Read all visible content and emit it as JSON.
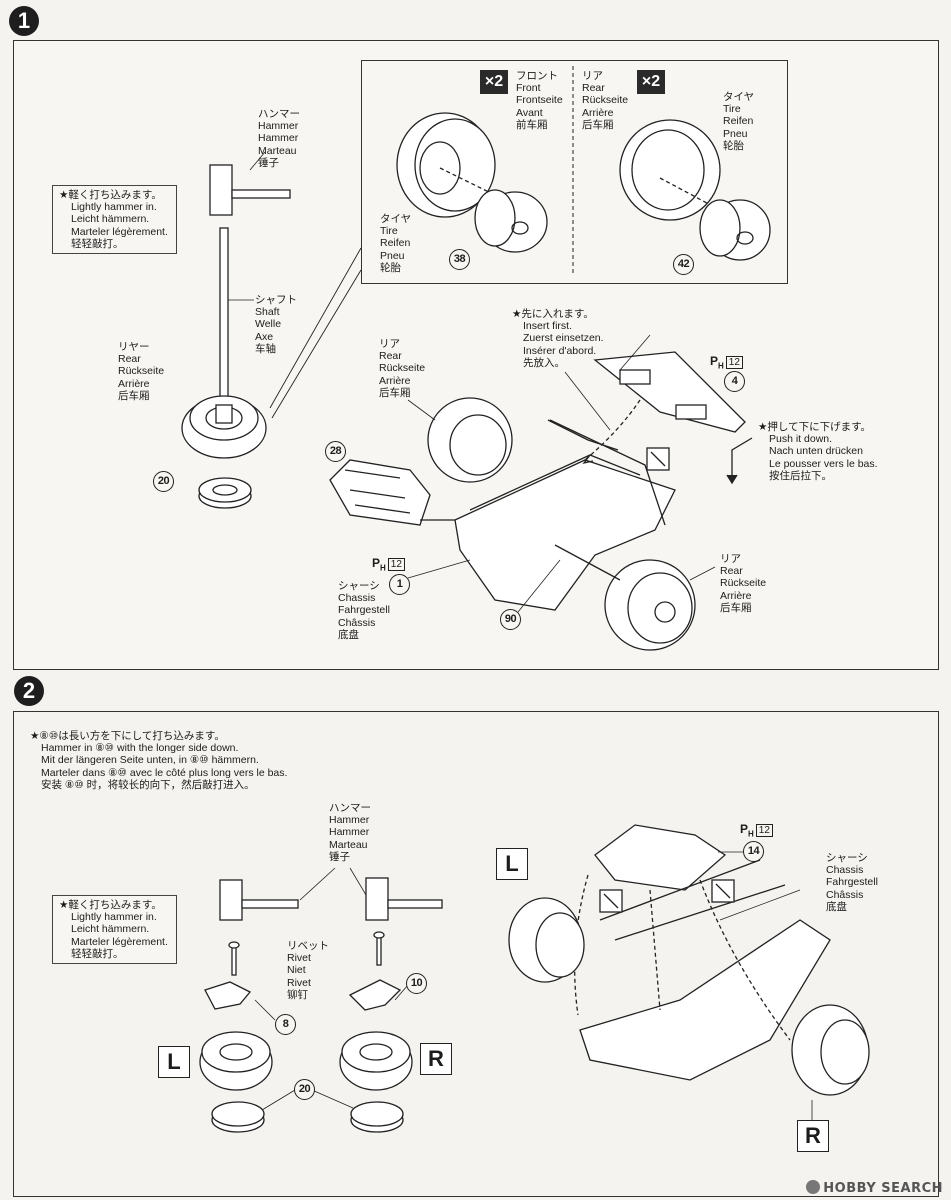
{
  "step1": {
    "badge": "1",
    "hammer_label": [
      "ハンマー",
      "Hammer",
      "Hammer",
      "Marteau",
      "锤子"
    ],
    "tap_note": [
      "★軽く打ち込みます。",
      "Lightly hammer in.",
      "Leicht hämmern.",
      "Marteler légèrement.",
      "轻轻敲打。"
    ],
    "shaft_label": [
      "シャフト",
      "Shaft",
      "Welle",
      "Axe",
      "车轴"
    ],
    "rear_label": [
      "リヤー",
      "Rear",
      "Rückseite",
      "Arrière",
      "后车厢"
    ],
    "part_20": "20",
    "inset": {
      "front_multiplier": "×2",
      "front_label": [
        "フロント",
        "Front",
        "Frontseite",
        "Avant",
        "前车厢"
      ],
      "rear_multiplier": "×2",
      "rear_label": [
        "リア",
        "Rear",
        "Rückseite",
        "Arrière",
        "后车厢"
      ],
      "tire_label_front": [
        "タイヤ",
        "Tire",
        "Reifen",
        "Pneu",
        "轮胎"
      ],
      "tire_label_rear": [
        "タイヤ",
        "Tire",
        "Reifen",
        "Pneu",
        "轮胎"
      ],
      "part_38": "38",
      "part_42": "42"
    },
    "insert_first_note": [
      "★先に入れます。",
      "Insert first.",
      "Zuerst einsetzen.",
      "Insérer d'abord.",
      "先放入。"
    ],
    "rear_label_mid": [
      "リア",
      "Rear",
      "Rückseite",
      "Arrière",
      "后车厢"
    ],
    "part_28": "28",
    "ph_letter": "P",
    "ph_sub": "H",
    "ph_num_a": "12",
    "part_4": "4",
    "push_note": [
      "★押して下に下げます。",
      "Push it down.",
      "Nach unten drücken",
      "Le pousser vers le bas.",
      "按住后拉下。"
    ],
    "ph_num_b": "12",
    "part_1": "1",
    "chassis_label": [
      "シャーシ",
      "Chassis",
      "Fahrgestell",
      "Châssis",
      "底盘"
    ],
    "part_90": "90",
    "rear_label_bottom": [
      "リア",
      "Rear",
      "Rückseite",
      "Arrière",
      "后车厢"
    ]
  },
  "step2": {
    "badge": "2",
    "top_note": [
      "★⑧⑩は長い方を下にして打ち込みます。",
      "Hammer in ⑧⑩ with the longer side down.",
      "Mit der längeren Seite unten, in ⑧⑩ hämmern.",
      "Marteler dans ⑧⑩ avec le côté plus long vers le bas.",
      "安装 ⑧⑩ 时，将较长的向下，然后敲打进入。"
    ],
    "hammer_label": [
      "ハンマー",
      "Hammer",
      "Hammer",
      "Marteau",
      "锤子"
    ],
    "tap_note": [
      "★軽く打ち込みます。",
      "Lightly hammer in.",
      "Leicht hämmern.",
      "Marteler légèrement.",
      "轻轻敲打。"
    ],
    "rivet_label": [
      "リベット",
      "Rivet",
      "Niet",
      "Rivet",
      "铆钉"
    ],
    "part_8": "8",
    "part_10": "10",
    "part_20": "20",
    "left_mark": "L",
    "right_mark": "R",
    "ph_num": "12",
    "part_14": "14",
    "chassis_label": [
      "シャーシ",
      "Chassis",
      "Fahrgestell",
      "Châssis",
      "底盘"
    ],
    "left_mark_car": "L",
    "right_mark_car": "R"
  },
  "watermark": "HOBBY SEARCH"
}
